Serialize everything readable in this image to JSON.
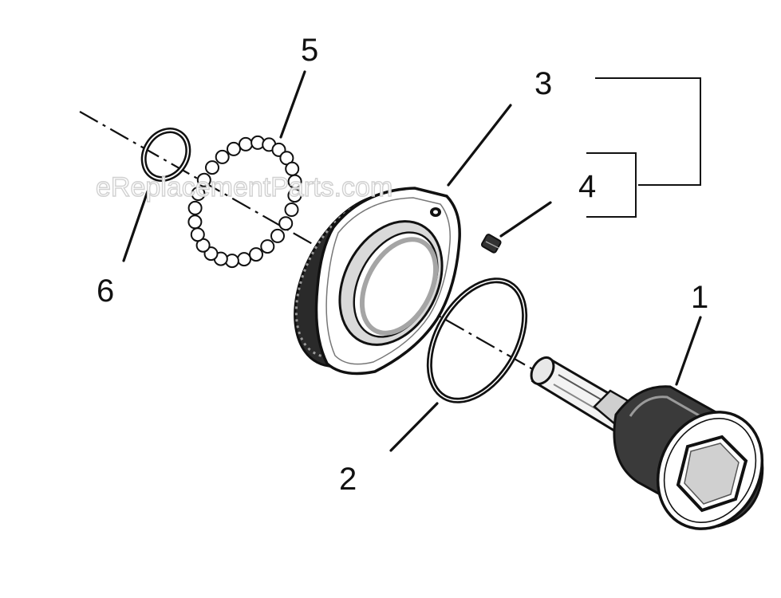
{
  "diagram": {
    "watermark": "eReplacementParts.com",
    "callouts": {
      "c1": "1",
      "c2": "2",
      "c3": "3",
      "c4": "4",
      "c5": "5",
      "c6": "6"
    },
    "parts": [
      {
        "number": "1",
        "shape": "hex-socket-drive"
      },
      {
        "number": "2",
        "shape": "o-ring"
      },
      {
        "number": "3",
        "shape": "threaded-bearing-housing"
      },
      {
        "number": "4",
        "shape": "set-screw"
      },
      {
        "number": "5",
        "shape": "ball-bearing-ring"
      },
      {
        "number": "6",
        "shape": "snap-ring"
      }
    ],
    "colors": {
      "line": "#111111",
      "background": "#ffffff",
      "shading": "#bdbdbd"
    }
  }
}
